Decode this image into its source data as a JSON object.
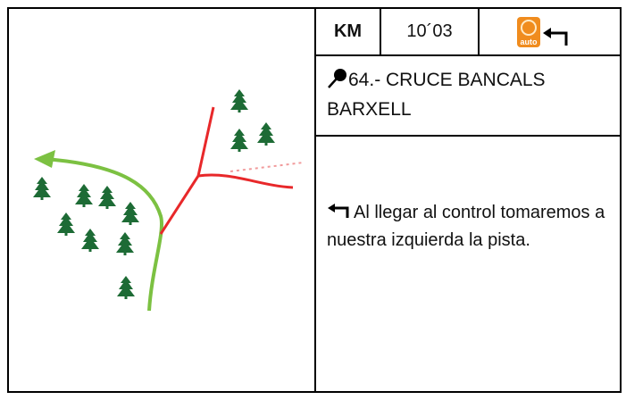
{
  "header": {
    "km_label": "KM",
    "km_value": "10´03",
    "auto_label": "auto"
  },
  "title": {
    "text": "64.- CRUCE BANCALS BARXELL"
  },
  "description": {
    "text": "Al llegar al control tomaremos a nuestra izquierda la pista."
  },
  "icons": {
    "auto": "auto-clock-icon",
    "turn": "turn-left-arrow-icon",
    "pin": "map-pin-icon",
    "tree": "pine-tree-icon"
  },
  "colors": {
    "route": "#7cc142",
    "track": "#e8282a",
    "tree": "#1d6b35",
    "auto_badge": "#f08c1e"
  }
}
